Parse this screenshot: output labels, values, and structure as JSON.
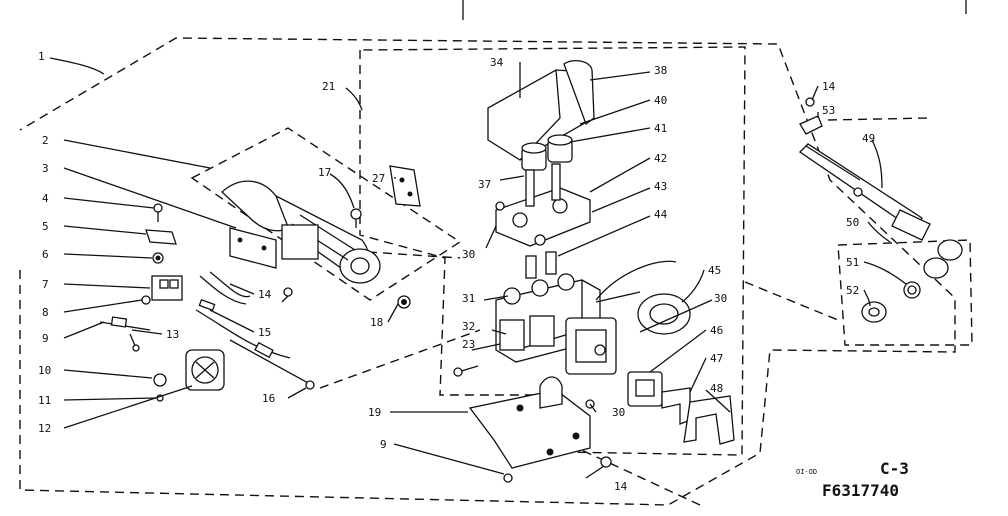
{
  "diagram": {
    "sheet_code": "C-3",
    "drawing_number": "F6317740",
    "small_mark": "OI-OD",
    "callouts": [
      {
        "id": "c1",
        "text": "1"
      },
      {
        "id": "c2",
        "text": "2"
      },
      {
        "id": "c3",
        "text": "3"
      },
      {
        "id": "c4",
        "text": "4"
      },
      {
        "id": "c5",
        "text": "5"
      },
      {
        "id": "c6",
        "text": "6"
      },
      {
        "id": "c7",
        "text": "7"
      },
      {
        "id": "c8",
        "text": "8"
      },
      {
        "id": "c9a",
        "text": "9"
      },
      {
        "id": "c10",
        "text": "10"
      },
      {
        "id": "c11",
        "text": "11"
      },
      {
        "id": "c12",
        "text": "12"
      },
      {
        "id": "c13",
        "text": "13"
      },
      {
        "id": "c14a",
        "text": "14"
      },
      {
        "id": "c15",
        "text": "15"
      },
      {
        "id": "c16",
        "text": "16"
      },
      {
        "id": "c17",
        "text": "17"
      },
      {
        "id": "c18",
        "text": "18"
      },
      {
        "id": "c19",
        "text": "19"
      },
      {
        "id": "c9b",
        "text": "9"
      },
      {
        "id": "c14b",
        "text": "14"
      },
      {
        "id": "c21",
        "text": "21"
      },
      {
        "id": "c27",
        "text": "27"
      },
      {
        "id": "c30a",
        "text": "30"
      },
      {
        "id": "c31",
        "text": "31"
      },
      {
        "id": "c32",
        "text": "32"
      },
      {
        "id": "c23",
        "text": "23"
      },
      {
        "id": "c30b",
        "text": "30"
      },
      {
        "id": "c30c",
        "text": "30"
      },
      {
        "id": "c34",
        "text": "34"
      },
      {
        "id": "c38",
        "text": "38"
      },
      {
        "id": "c40",
        "text": "40"
      },
      {
        "id": "c41",
        "text": "41"
      },
      {
        "id": "c42",
        "text": "42"
      },
      {
        "id": "c37",
        "text": "37"
      },
      {
        "id": "c43",
        "text": "43"
      },
      {
        "id": "c44",
        "text": "44"
      },
      {
        "id": "c45",
        "text": "45"
      },
      {
        "id": "c46",
        "text": "46"
      },
      {
        "id": "c47",
        "text": "47"
      },
      {
        "id": "c48",
        "text": "48"
      },
      {
        "id": "c14c",
        "text": "14"
      },
      {
        "id": "c53",
        "text": "53"
      },
      {
        "id": "c49",
        "text": "49"
      },
      {
        "id": "c50",
        "text": "50"
      },
      {
        "id": "c51",
        "text": "51"
      },
      {
        "id": "c52",
        "text": "52"
      }
    ]
  }
}
